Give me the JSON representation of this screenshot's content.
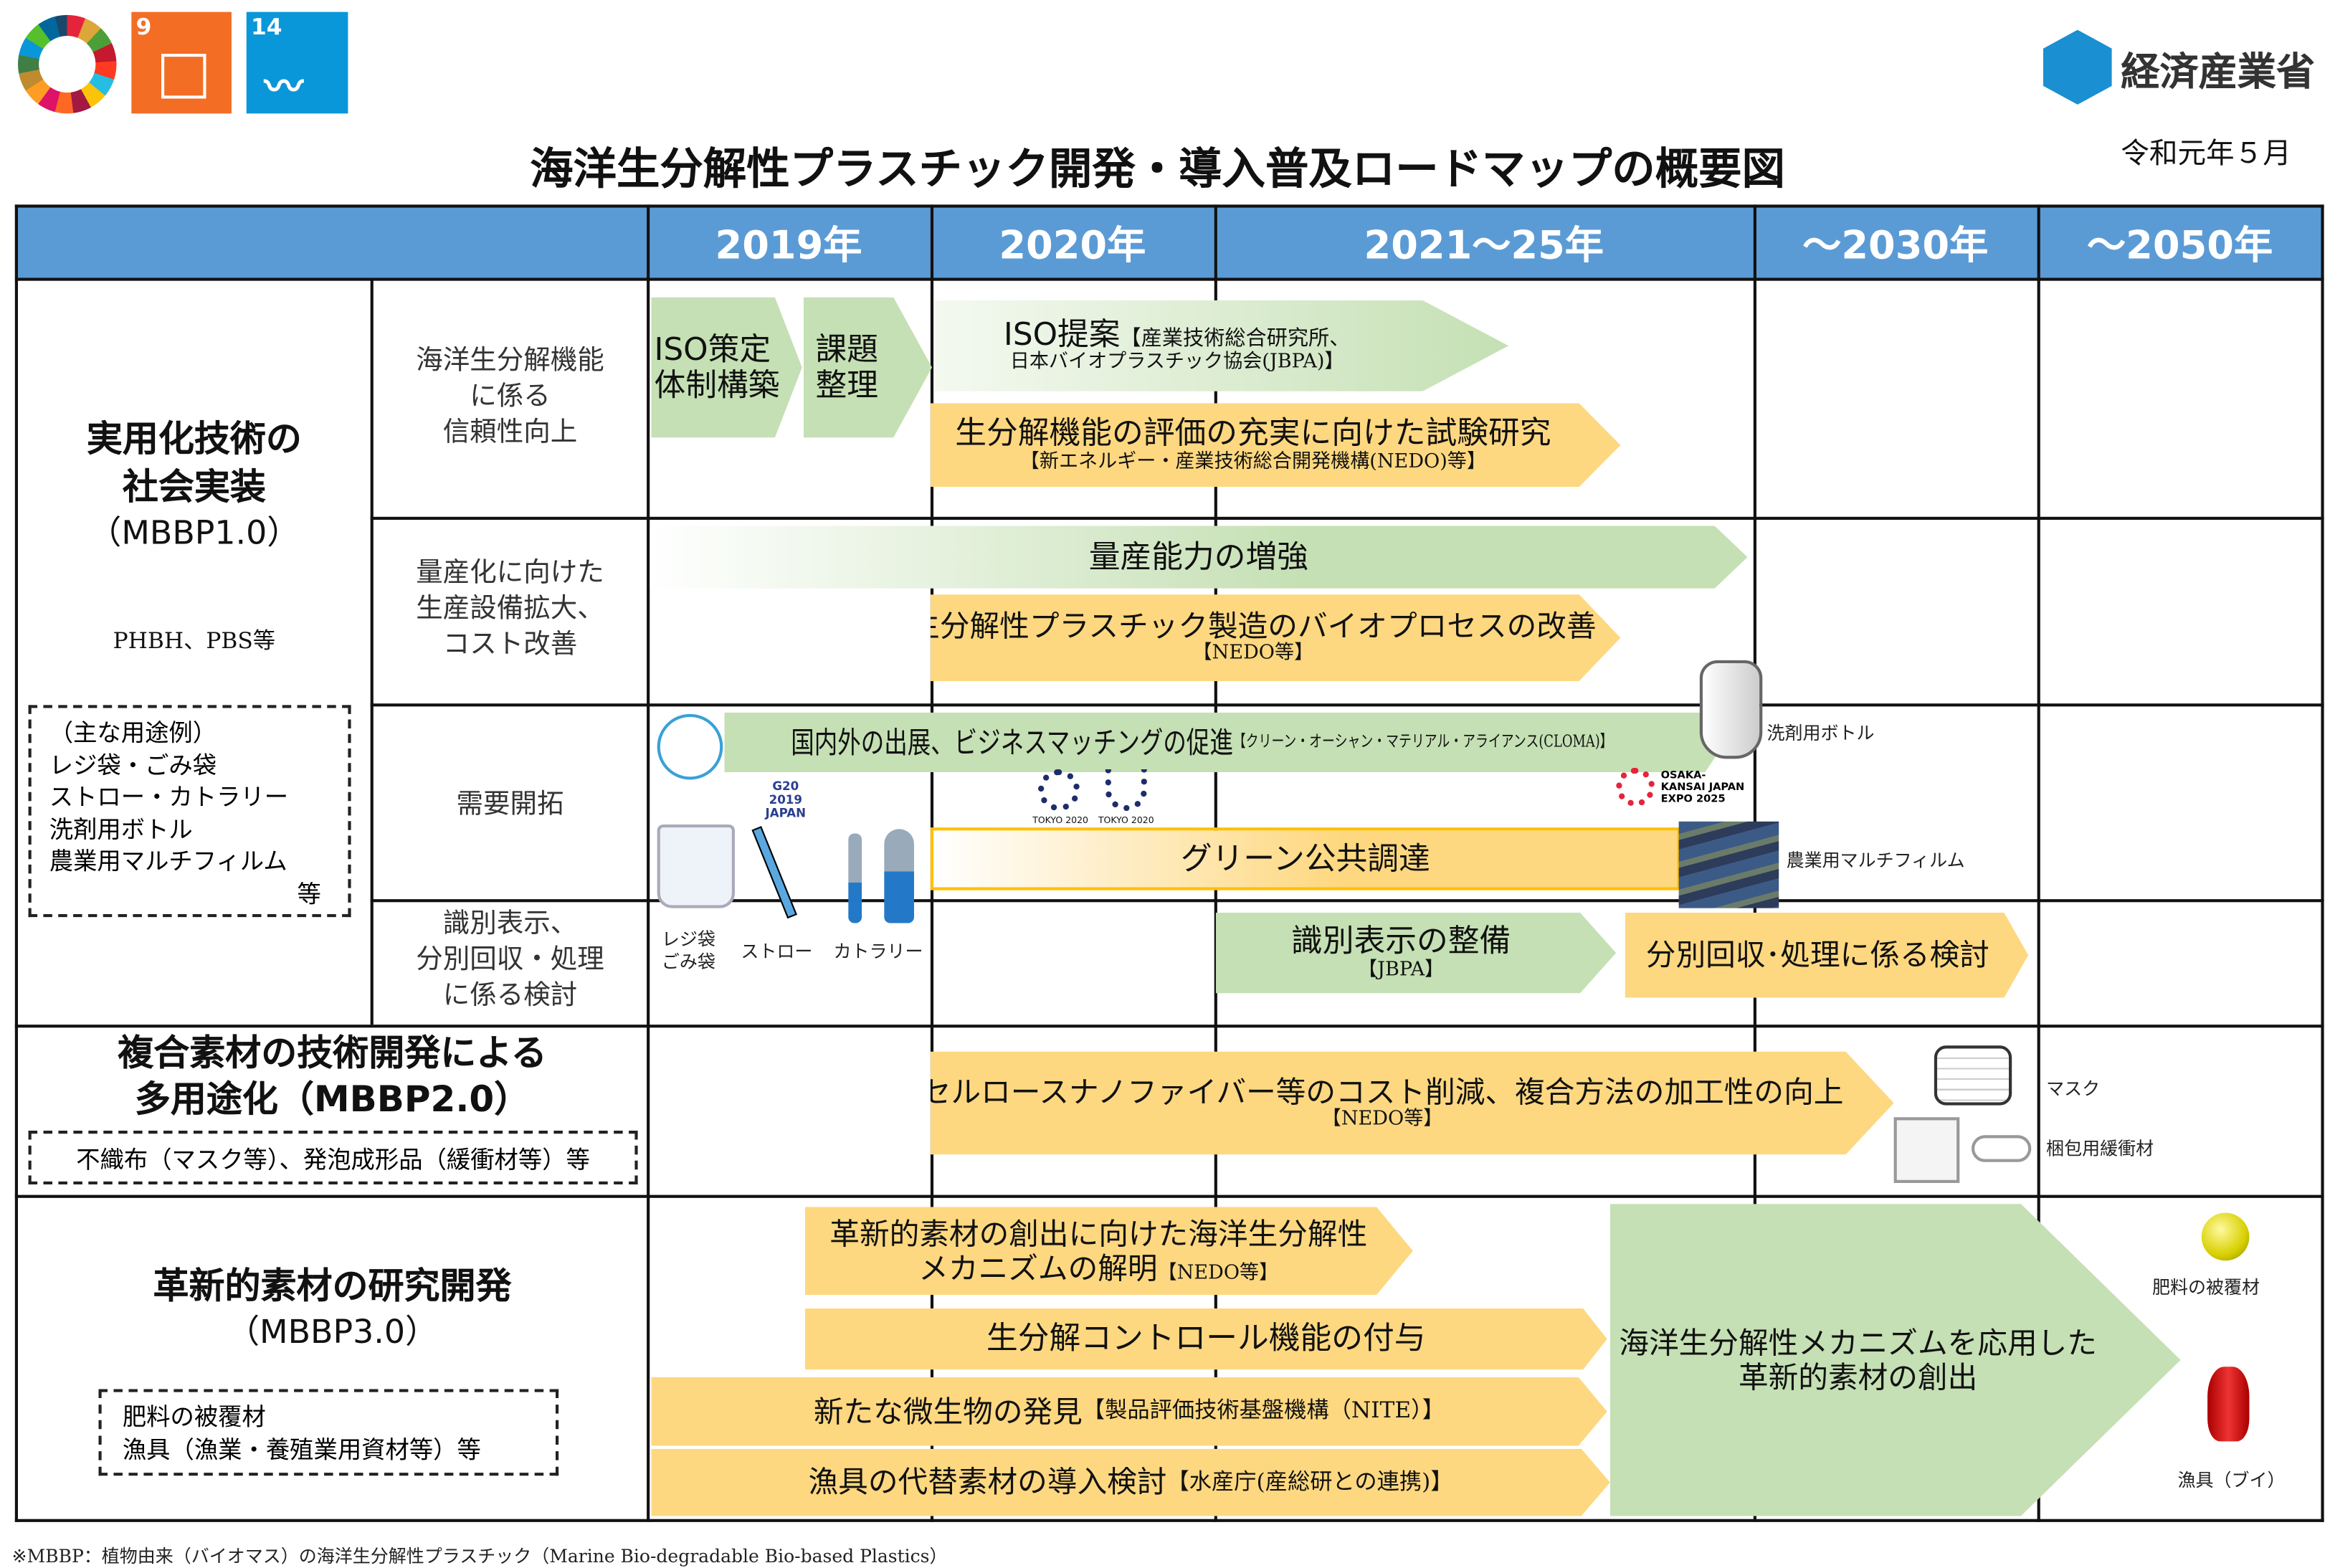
{
  "title": "海洋生分解性プラスチック開発・導入普及ロードマップの概要図",
  "date": "令和元年５月",
  "ministry_logo": "経済産業省",
  "sdg_icons": [
    {
      "num": "9",
      "color": "#f36d25",
      "icon": "cubes-icon"
    },
    {
      "num": "14",
      "color": "#0a97d9",
      "icon": "fish-icon"
    }
  ],
  "colors": {
    "header": "#5b9bd5",
    "green": "#c5e0b4",
    "orange": "#fed880",
    "line": "#111111"
  },
  "header": [
    "2019年",
    "2020年",
    "2021～25年",
    "～2030年",
    "～2050年"
  ],
  "sections": {
    "mbbp1": {
      "title1": "実用化技術の",
      "title2": "社会実装",
      "code": "（MBBP1.0）",
      "examples": "PHBH、PBS等",
      "uses": [
        "（主な用途例）",
        "レジ袋・ごみ袋",
        "ストロー・カトラリー",
        "洗剤用ボトル",
        "農業用マルチフィルム",
        "等"
      ]
    },
    "mbbp2": {
      "title1": "複合素材の技術開発による",
      "title2": "多用途化（MBBP2.0）",
      "uses": "不織布（マスク等）、発泡成形品（緩衝材等）等"
    },
    "mbbp3": {
      "title1": "革新的素材の研究開発",
      "code": "（MBBP3.0）",
      "uses": [
        "肥料の被覆材",
        "漁具（漁業・養殖業用資材等）等"
      ]
    }
  },
  "subrows": [
    [
      "海洋生分解機能",
      "に係る",
      "信頼性向上"
    ],
    [
      "量産化に向けた",
      "生産設備拡大、",
      "コスト改善"
    ],
    [
      "需要開拓"
    ],
    [
      "識別表示、",
      "分別回収・処理",
      "に係る検討"
    ]
  ],
  "arrows": {
    "iso_framework": [
      "ISO策定",
      "体制構築"
    ],
    "issues": [
      "課題",
      "整理"
    ],
    "iso_proposal": {
      "main": "ISO提案",
      "org1": "【産業技術総合研究所、",
      "org2": "日本バイオプラスチック協会(JBPA)】"
    },
    "eval_research": {
      "main": "生分解機能の評価の充実に向けた試験研究",
      "org": "【新エネルギー・産業技術総合開発機構(NEDO)等】"
    },
    "mass_production": "量産能力の増強",
    "bioprocess": {
      "main": "生分解性プラスチック製造のバイオプロセスの改善",
      "org": "【NEDO等】"
    },
    "exhibition": {
      "main": "国内外の出展、ビジネスマッチングの促進",
      "org": "【クリーン・オーシャン・マテリアル・アライアンス(CLOMA)】"
    },
    "green_procurement": "グリーン公共調達",
    "labeling": {
      "main": "識別表示の整備",
      "org": "【JBPA】"
    },
    "collection": "分別回収･処理に係る検討",
    "cellulose": {
      "main": "セルロースナノファイバー等のコスト削減、複合方法の加工性の向上",
      "org": "【NEDO等】"
    },
    "mechanism": {
      "main1": "革新的素材の創出に向けた海洋生分解性",
      "main2": "メカニズムの解明",
      "org": "【NEDO等】"
    },
    "control": "生分解コントロール機能の付与",
    "microbe": {
      "main": "新たな微生物の発見",
      "org": "【製品評価技術基盤機構（NITE）】"
    },
    "fishing": {
      "main": "漁具の代替素材の導入検討",
      "org": "【水産庁(産総研との連携)】"
    },
    "innovative": [
      "海洋生分解性メカニズムを応用した",
      "革新的素材の創出"
    ]
  },
  "logos": {
    "g20": "G20 2019 JAPAN",
    "tokyo1": "TOKYO 2020",
    "tokyo2": "TOKYO 2020",
    "expo": "OSAKA-KANSAI JAPAN EXPO 2025"
  },
  "captions": {
    "bottle": "洗剤用ボトル",
    "mulch": "農業用マルチフィルム",
    "bag": [
      "レジ袋",
      "ごみ袋"
    ],
    "straw": "ストロー",
    "cutlery": "カトラリー",
    "mask": "マスク",
    "cushion": "梱包用緩衝材",
    "fertilizer": "肥料の被覆材",
    "buoy": "漁具（ブイ）"
  },
  "footnote": "※MBBP：植物由来（バイオマス）の海洋生分解性プラスチック（Marine Bio-degradable Bio-based Plastics）"
}
